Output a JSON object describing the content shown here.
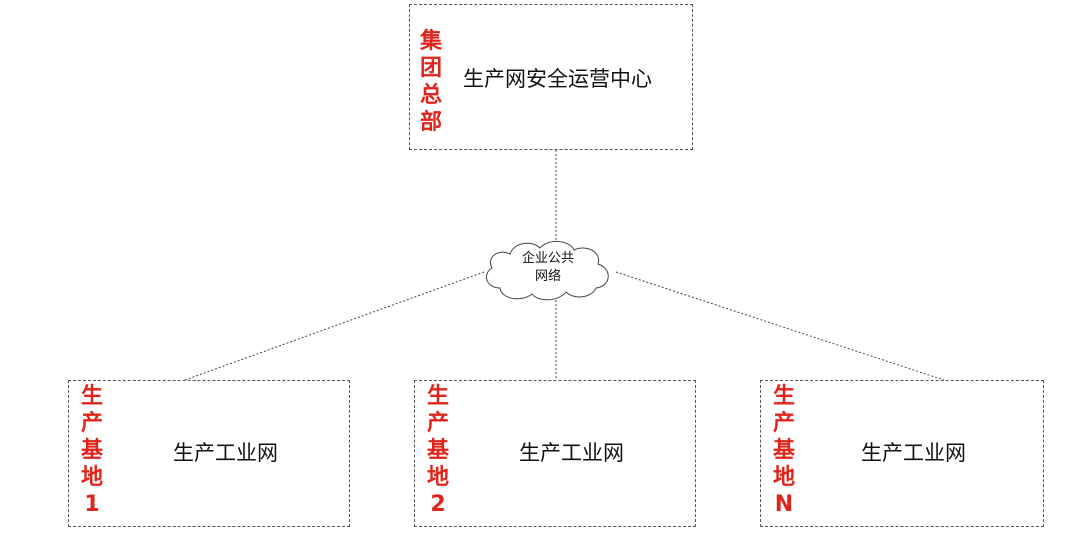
{
  "colors": {
    "accent_red": "#e0241b",
    "border": "#555555",
    "text": "#111111"
  },
  "headquarters": {
    "label": [
      "集",
      "团",
      "总",
      "部"
    ],
    "title": "生产网安全运营中心"
  },
  "network": {
    "label_line1": "企业公共",
    "label_line2": "网络",
    "icon": "cloud-icon"
  },
  "bases": [
    {
      "label": [
        "生",
        "产",
        "基",
        "地",
        "1"
      ],
      "title": "生产工业网"
    },
    {
      "label": [
        "生",
        "产",
        "基",
        "地",
        "2"
      ],
      "title": "生产工业网"
    },
    {
      "label": [
        "生",
        "产",
        "基",
        "地",
        "N"
      ],
      "title": "生产工业网"
    }
  ]
}
